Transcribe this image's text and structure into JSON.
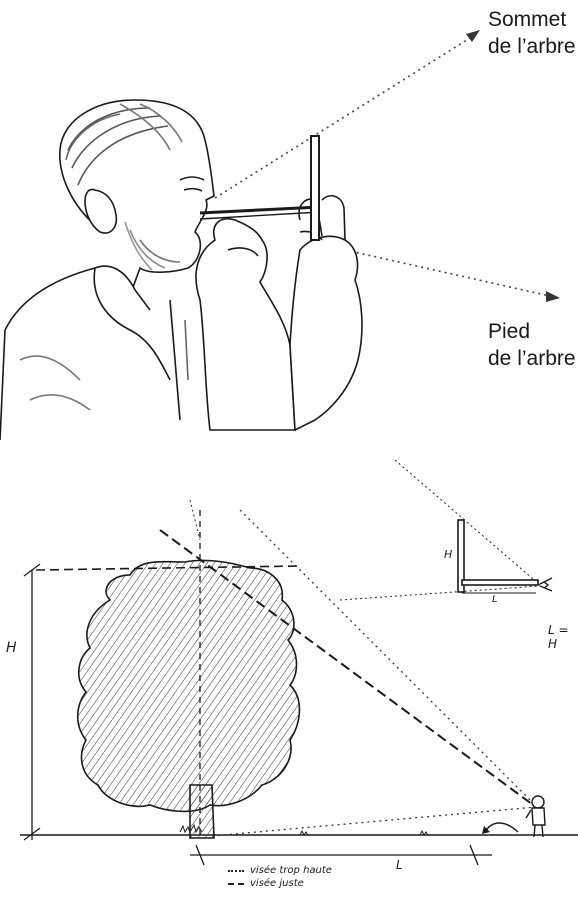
{
  "top_panel": {
    "label_top_line1": "Sommet",
    "label_top_line2": "de l’arbre",
    "label_foot_line1": "Pied",
    "label_foot_line2": "de l’arbre"
  },
  "bottom_panel": {
    "height_label": "H",
    "distance_label": "L",
    "inset_height_label": "H",
    "inset_length_label": "L",
    "equation": "L = H",
    "legend": [
      {
        "style": "dotted",
        "text": "visée trop haute"
      },
      {
        "style": "dashed",
        "text": "visée juste"
      }
    ]
  }
}
